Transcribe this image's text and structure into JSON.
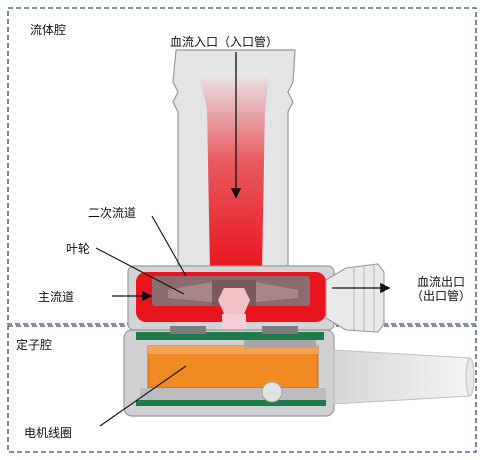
{
  "regions": {
    "fluid_chamber": "流体腔",
    "stator_chamber": "定子腔"
  },
  "labels": {
    "blood_inlet": "血流入口（入口管）",
    "secondary_channel": "二次流道",
    "impeller": "叶轮",
    "main_channel": "主流道",
    "blood_outlet_line1": "血流出口",
    "blood_outlet_line2": "（出口管）",
    "motor_coil": "电机线圈"
  },
  "colors": {
    "border_dash": "#2e4f7a",
    "housing": "#c8c8cc",
    "housing_light": "#e6e6e8",
    "blood": "#e8141e",
    "impeller": "#8c6a6e",
    "coil": "#f08a24",
    "pcb": "#1f7a4a",
    "arrow": "#111111"
  }
}
